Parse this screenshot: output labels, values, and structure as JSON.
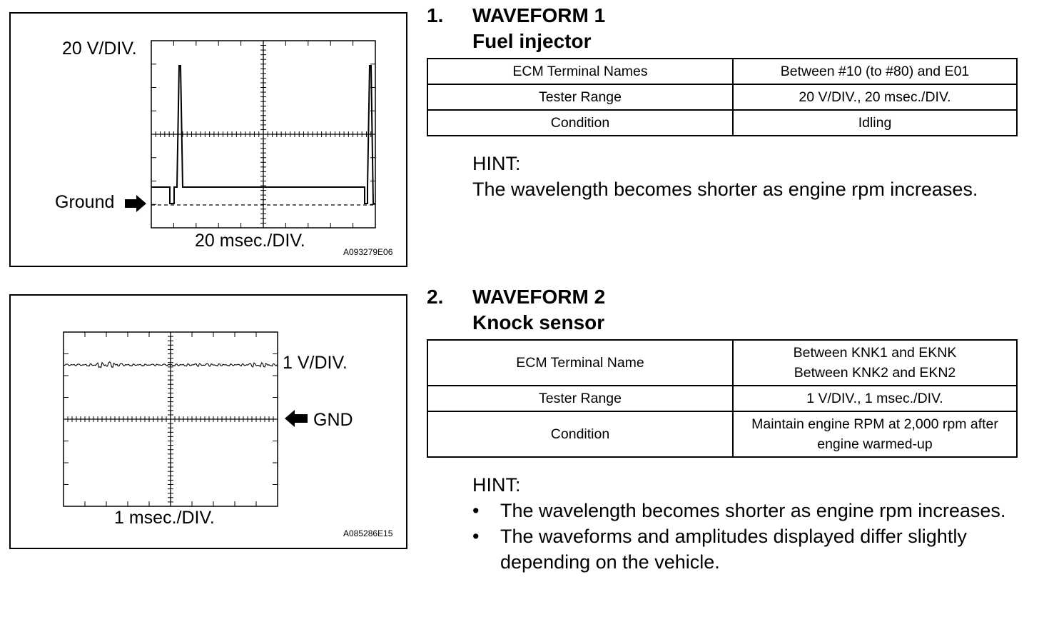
{
  "figure1": {
    "volts_label": "20 V/DIV.",
    "ground_label": "Ground",
    "time_label": "20 msec./DIV.",
    "code": "A093279E06"
  },
  "figure2": {
    "volts_label": "1 V/DIV.",
    "gnd_label": "GND",
    "time_label": "1 msec./DIV.",
    "code": "A085286E15"
  },
  "section1": {
    "number": "1.",
    "title_line1": "WAVEFORM 1",
    "title_line2": "Fuel injector",
    "table": [
      {
        "key": "ECM Terminal Names",
        "value": "Between #10 (to #80) and E01"
      },
      {
        "key": "Tester Range",
        "value": "20 V/DIV., 20 msec./DIV."
      },
      {
        "key": "Condition",
        "value": "Idling"
      }
    ],
    "hint_label": "HINT:",
    "hint_text": "The wavelength becomes shorter as engine rpm increases."
  },
  "section2": {
    "number": "2.",
    "title_line1": "WAVEFORM 2",
    "title_line2": "Knock sensor",
    "table": [
      {
        "key": "ECM Terminal Name",
        "value_line1": "Between KNK1 and EKNK",
        "value_line2": "Between KNK2 and EKN2"
      },
      {
        "key": "Tester Range",
        "value_line1": "1 V/DIV., 1 msec./DIV.",
        "value_line2": ""
      },
      {
        "key": "Condition",
        "value_line1": "Maintain engine RPM at 2,000 rpm after",
        "value_line2": "engine warmed-up"
      }
    ],
    "hint_label": "HINT:",
    "hints": [
      "The wavelength becomes shorter as engine rpm increases.",
      "The waveforms and amplitudes displayed differ slightly depending on the vehicle."
    ]
  }
}
